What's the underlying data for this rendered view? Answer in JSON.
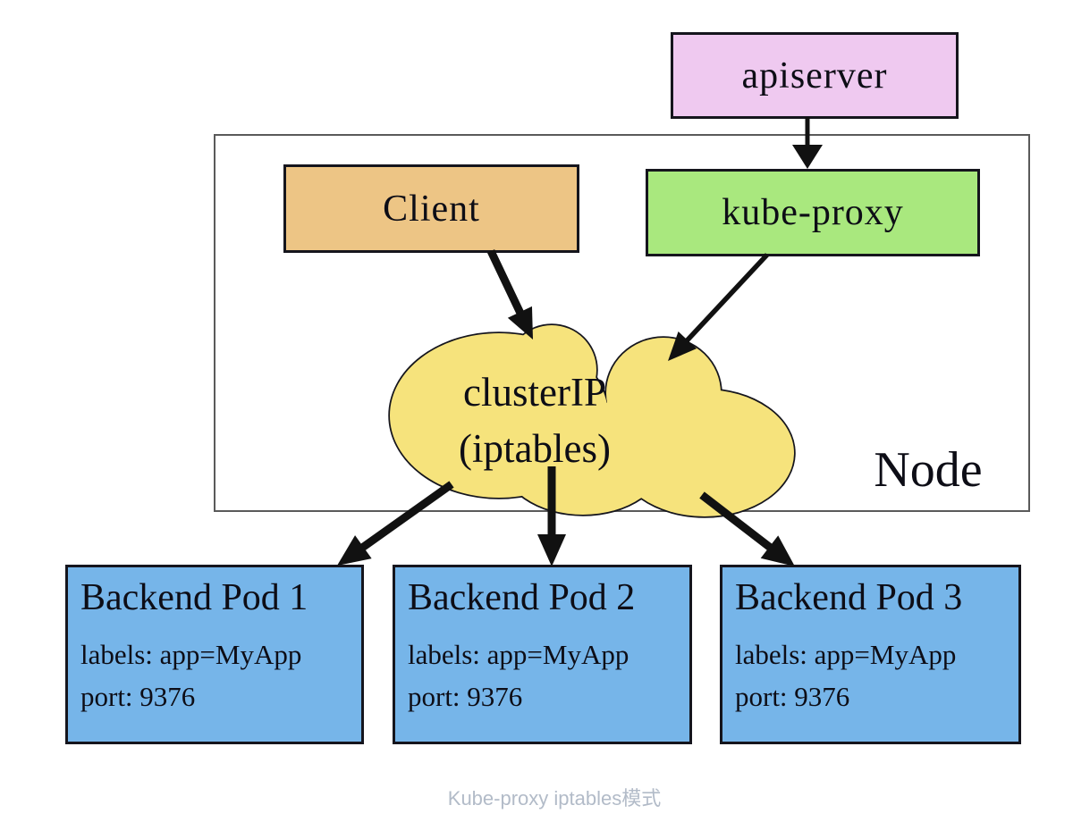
{
  "diagram": {
    "apiserver_label": "apiserver",
    "client_label": "Client",
    "kube_proxy_label": "kube-proxy",
    "cloud": {
      "line1": "clusterIP",
      "line2": "(iptables)"
    },
    "node_label": "Node",
    "pods": [
      {
        "title": "Backend Pod 1",
        "labels": "labels: app=MyApp",
        "port": "port: 9376"
      },
      {
        "title": "Backend Pod 2",
        "labels": "labels: app=MyApp",
        "port": "port: 9376"
      },
      {
        "title": "Backend Pod 3",
        "labels": "labels: app=MyApp",
        "port": "port: 9376"
      }
    ],
    "caption": "Kube-proxy iptables模式",
    "colors": {
      "apiserver_fill": "#efc9f0",
      "client_fill": "#edc585",
      "kube_proxy_fill": "#a9e87e",
      "cloud_fill": "#f6e37c",
      "pod_fill": "#76b5e9",
      "box_border": "#15151d",
      "node_border": "#5a5a5a",
      "arrow_color": "#111111",
      "caption_color": "#b2bbc8"
    }
  }
}
